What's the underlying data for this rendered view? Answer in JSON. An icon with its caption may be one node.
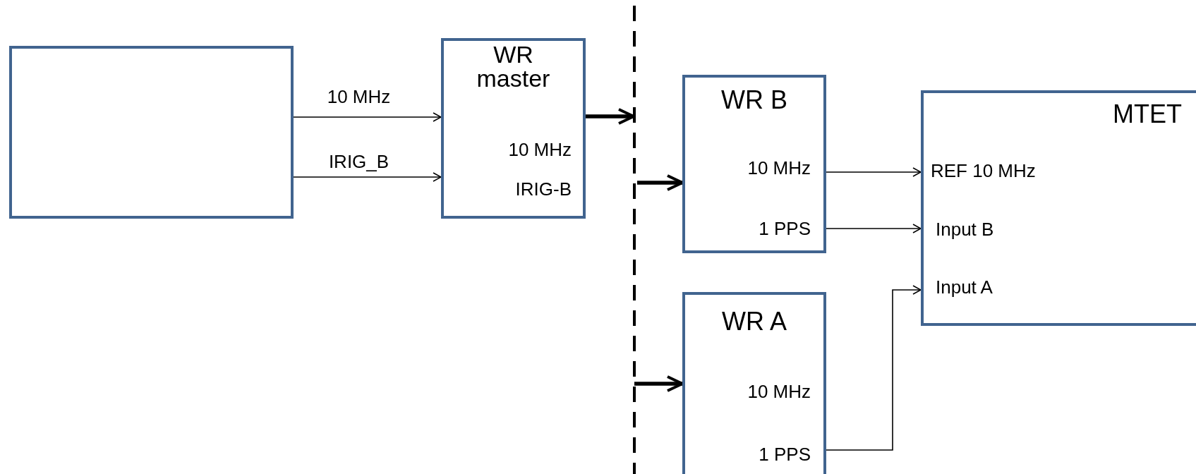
{
  "diagram": {
    "nodes": [
      {
        "text": [],
        "shape": "box"
      },
      {
        "text": [
          "WR master",
          "10 MHz",
          "IRIG-B"
        ]
      },
      {
        "text": [
          "WR B",
          "10 MHz",
          "1 PPS"
        ]
      },
      {
        "text": [
          "WR A",
          "10 MHz",
          "1 PPS"
        ]
      },
      {
        "text": [
          "MTET",
          "REF 10 MHz",
          "Input B",
          "Input A"
        ]
      }
    ],
    "edges": [
      {
        "from": 0,
        "to": 1,
        "arrow": "to",
        "label": "10 MHz"
      },
      {
        "from": 0,
        "to": 1,
        "arrow": "to",
        "label": "IRIG_B"
      },
      {
        "from": 1,
        "to": null,
        "arrow": "to",
        "style": "thick"
      },
      {
        "from": null,
        "to": 2,
        "arrow": "to",
        "style": "thick"
      },
      {
        "from": null,
        "to": 3,
        "arrow": "to",
        "style": "thick"
      },
      {
        "from": 2,
        "to": 4,
        "arrow": "to"
      },
      {
        "from": 2,
        "to": 4,
        "arrow": "to"
      },
      {
        "from": 3,
        "to": 4,
        "arrow": "to"
      }
    ]
  }
}
